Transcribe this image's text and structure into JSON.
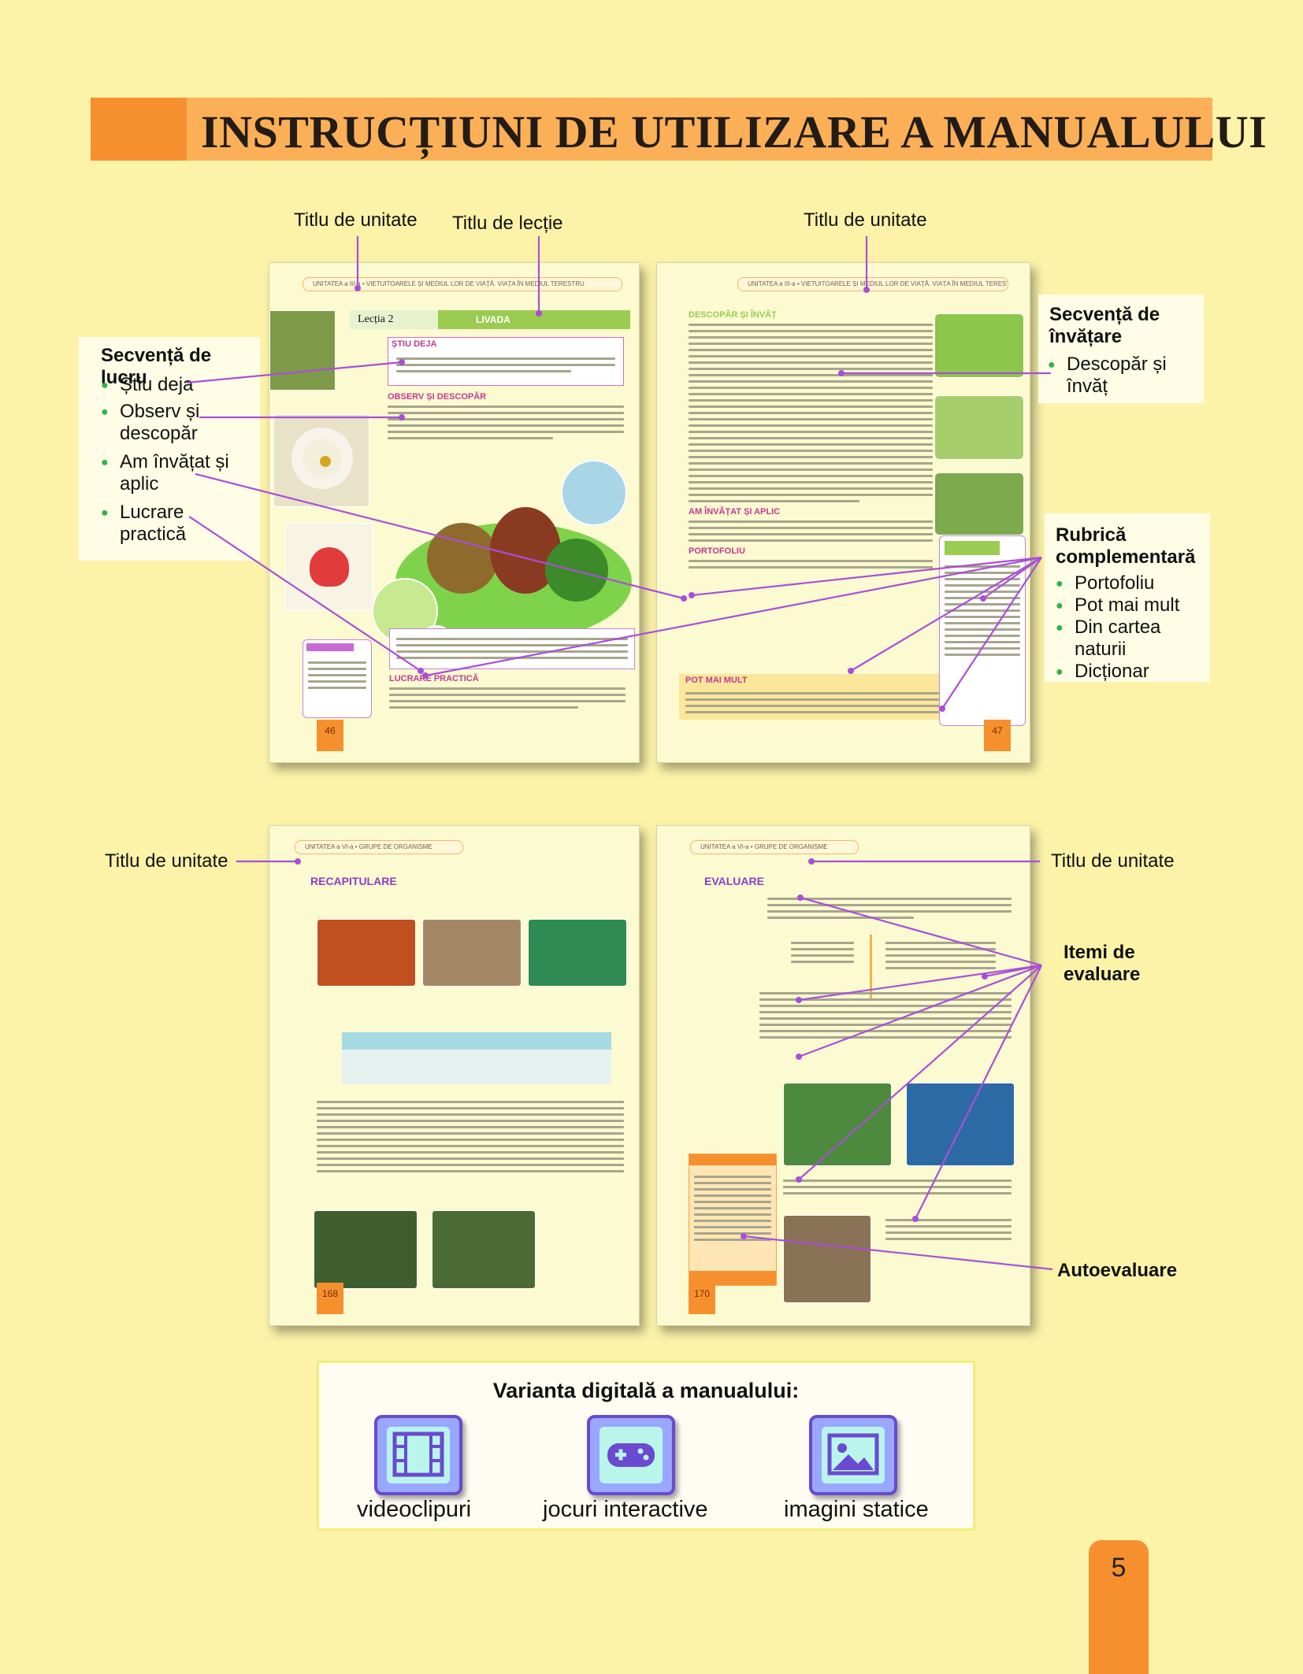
{
  "header": {
    "title": "INSTRUCȚIUNI DE UTILIZARE A MANUALULUI"
  },
  "spread1": {
    "label_unit_left": "Titlu de unitate",
    "label_lesson": "Titlu de lecție",
    "label_unit_right": "Titlu de unitate",
    "work_sequence": {
      "title": "Secvență de lucru",
      "items": [
        "Știu deja",
        "Observ și descopăr",
        "Am învățat și aplic",
        "Lucrare practică"
      ]
    },
    "learning_sequence": {
      "title": "Secvență de învățare",
      "items": [
        "Descopăr și învăț"
      ]
    },
    "complementary": {
      "title": "Rubrică complementară",
      "items": [
        "Portofoliu",
        "Pot mai mult",
        "Din cartea naturii",
        "Dicționar"
      ]
    },
    "left_page": {
      "lesson_no": "Lecția 2",
      "lesson_title": "LIVADA",
      "page_num": "46"
    },
    "right_page": {
      "page_num": "47"
    }
  },
  "spread2": {
    "label_unit_left": "Titlu de unitate",
    "label_unit_right": "Titlu de unitate",
    "label_items": "Itemi de evaluare",
    "label_self": "Autoevaluare",
    "left_page": {
      "heading": "RECAPITULARE",
      "page_num": "168"
    },
    "right_page": {
      "heading": "EVALUARE",
      "page_num": "170"
    }
  },
  "digital": {
    "title": "Varianta digitală a manualului:",
    "items": [
      {
        "icon": "film-icon",
        "label": "videoclipuri"
      },
      {
        "icon": "gamepad-icon",
        "label": "jocuri  interactive"
      },
      {
        "icon": "image-icon",
        "label": "imagini statice"
      }
    ]
  },
  "page_number": "5",
  "colors": {
    "accent_orange": "#f6902f",
    "bar_orange": "#fbb057",
    "background": "#fcf3a9",
    "callout_line": "#a84fd8",
    "bullet_green": "#2fb34a"
  }
}
